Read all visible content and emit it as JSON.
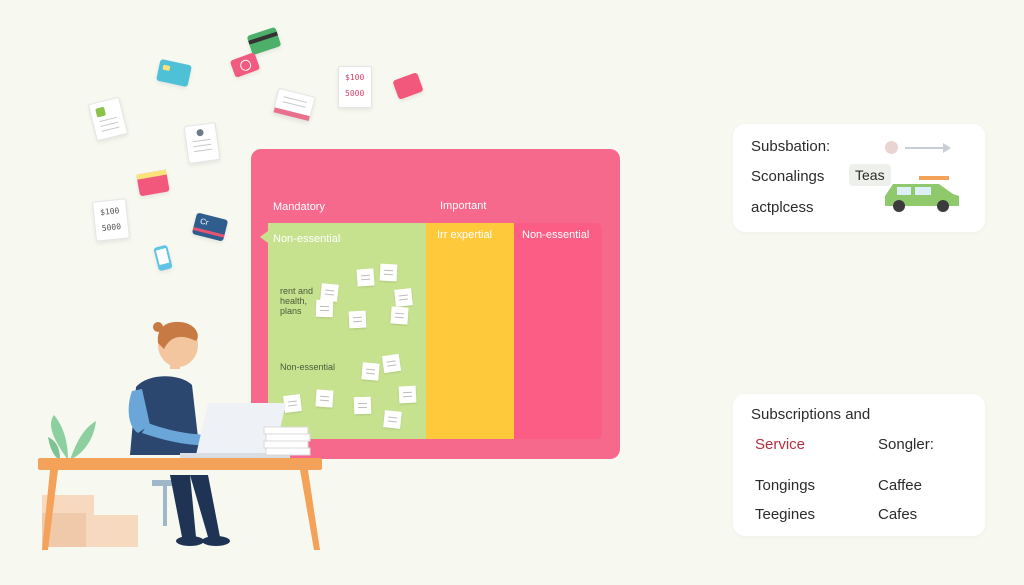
{
  "floating": {
    "receipt_amount_1": "$100",
    "receipt_amount_2": "5000",
    "receipt_amount_3": "$100",
    "receipt_amount_4": "5000",
    "card_label": "Cr"
  },
  "board": {
    "header_mandatory": "Mandatory",
    "header_important": "Important",
    "columns": [
      {
        "label": "Non-essential",
        "color": "#c7e28f"
      },
      {
        "label": "Irr expertial",
        "color": "#ffc93c"
      },
      {
        "label": "Non-essential",
        "color": "#fb5d85"
      }
    ],
    "note_text_1": "rent and health, plans",
    "note_text_2": "Non-essential",
    "board_color": "#f7688d"
  },
  "card_top": {
    "line1": "Subsbation:",
    "line2": "Sconalings",
    "badge": "Teas",
    "line3": "actplcess"
  },
  "card_bottom": {
    "title": "Subscriptions and",
    "left_1": "Service",
    "right_1": "Songler:",
    "left_2": "Tongings",
    "right_2": "Caffee",
    "left_3": "Teegines",
    "right_3": "Cafes",
    "accent_color": "#b03040"
  }
}
